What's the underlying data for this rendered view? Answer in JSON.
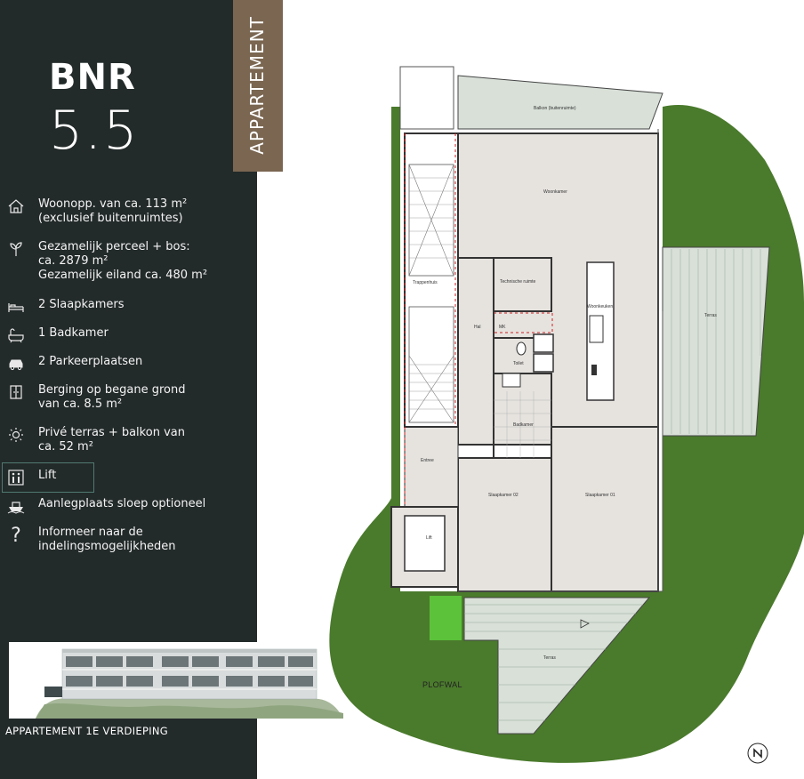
{
  "header": {
    "bnr_label": "BNR",
    "bnr_number": "5.5",
    "tab": "APPARTEMENT"
  },
  "features": [
    {
      "icon": "house-icon",
      "lines": [
        "Woonopp. van ca. 113 m²",
        "(exclusief buitenruimtes)"
      ]
    },
    {
      "icon": "plant-icon",
      "lines": [
        "Gezamelijk perceel + bos:",
        "ca. 2879 m²",
        "Gezamelijk eiland ca. 480 m²"
      ]
    },
    {
      "icon": "bed-icon",
      "lines": [
        "2 Slaapkamers"
      ]
    },
    {
      "icon": "bathtub-icon",
      "lines": [
        "1 Badkamer"
      ]
    },
    {
      "icon": "car-icon",
      "lines": [
        "2 Parkeerplaatsen"
      ]
    },
    {
      "icon": "storage-icon",
      "lines": [
        "Berging op begane grond",
        "van ca. 8.5 m²"
      ]
    },
    {
      "icon": "sun-icon",
      "lines": [
        "Privé terras + balkon van",
        "ca. 52 m²"
      ]
    },
    {
      "icon": "elevator-icon",
      "lines": [
        "Lift"
      ]
    },
    {
      "icon": "boat-icon",
      "lines": [
        "Aanlegplaats sloep optioneel"
      ]
    },
    {
      "icon": "question-icon",
      "lines": [
        "Informeer naar de",
        "indelingsmogelijkheden"
      ]
    }
  ],
  "caption": "APPARTEMENT 1E VERDIEPING",
  "plan": {
    "rooms": {
      "balkon": "Balkon (buitenruimte)",
      "woonkamer": "Woonkamer",
      "trappenhuis": "Trappenhuis",
      "technische_ruimte": "Technische ruimte",
      "woonkeuken": "Woonkeuken",
      "terras_right": "Terras",
      "hal": "Hal",
      "mk": "MK",
      "toilet": "Toilet",
      "badkamer": "Badkamer",
      "entree": "Entree",
      "slaapkamer_02": "Slaapkamer 02",
      "slaapkamer_01": "Slaapkamer 01",
      "lift": "Lift",
      "terras_bottom": "Terras"
    },
    "plofwal": "PLOFWAL"
  },
  "colors": {
    "sidebar": "#232a2a",
    "tab": "#7a6651",
    "grass": "#4a7a2c",
    "room_fill": "#e6e3df"
  }
}
